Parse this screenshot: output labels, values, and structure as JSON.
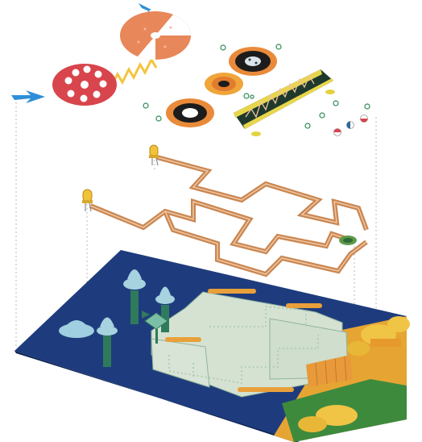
{
  "diagram": {
    "layers": [
      {
        "name": "components",
        "items": [
          "spinner-disc",
          "wheel",
          "lightning-bolt",
          "coil-capacitor",
          "ring-components",
          "snap-fasteners"
        ]
      },
      {
        "name": "copper-tape-circuit",
        "items": [
          "led-1",
          "led-2",
          "copper-trace"
        ]
      },
      {
        "name": "base-board",
        "items": [
          "night-sky-board",
          "castle-illustration"
        ]
      }
    ],
    "colors": {
      "board": "#1e3c7d",
      "board_dark": "#122a5c",
      "copper": "#c98752",
      "copper_light": "#f1c6a2",
      "led": "#f2c23a",
      "bolt": "#2e8fd8",
      "wheel": "#d8454c",
      "spinner": "#e8875a",
      "coil_panel": "#1f3a2c",
      "accent_green": "#2e8a52",
      "castle": "#d9e6d6"
    }
  }
}
